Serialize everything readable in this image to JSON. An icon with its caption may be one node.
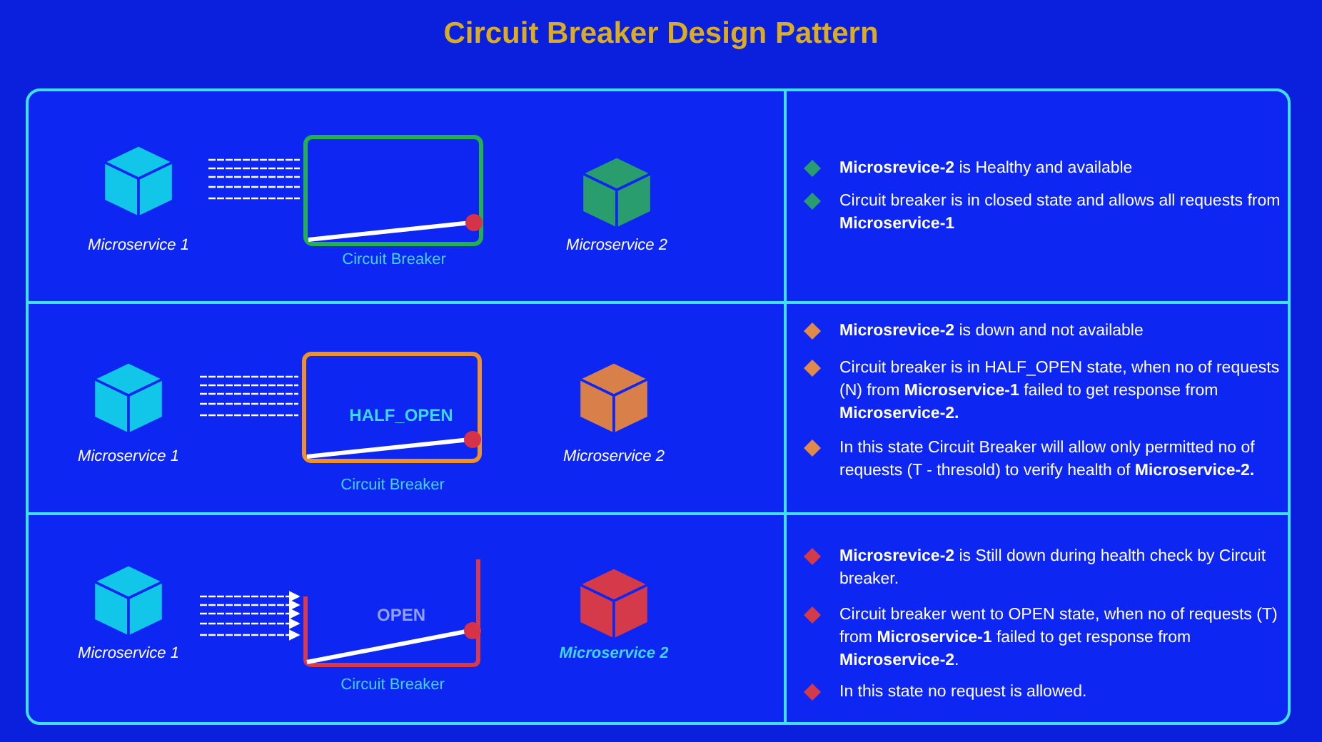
{
  "diagram": {
    "title": "Circuit Breaker Design Pattern",
    "nodes": [
      {
        "text": [
          "Microservice 1"
        ]
      },
      {
        "text": [
          "Circuit Breaker"
        ]
      },
      {
        "text": [
          "Microservice 2"
        ]
      },
      {
        "text": [
          "Microservice 1"
        ]
      },
      {
        "text": [
          "HALF_OPEN",
          "Circuit Breaker"
        ]
      },
      {
        "text": [
          "Microservice 2"
        ]
      },
      {
        "text": [
          "Microservice 1"
        ]
      },
      {
        "text": [
          "OPEN",
          "Circuit Breaker"
        ]
      },
      {
        "text": [
          "Microservice 2"
        ]
      }
    ],
    "edges": [
      {
        "from": 0,
        "to": 1,
        "arrow": "none",
        "style": "dashed"
      },
      {
        "from": 0,
        "to": 1,
        "arrow": "none",
        "style": "dashed"
      },
      {
        "from": 0,
        "to": 1,
        "arrow": "none",
        "style": "dashed"
      },
      {
        "from": 0,
        "to": 1,
        "arrow": "none",
        "style": "dashed"
      },
      {
        "from": 0,
        "to": 1,
        "arrow": "none",
        "style": "dashed"
      },
      {
        "from": 3,
        "to": 4,
        "arrow": "none",
        "style": "dashed"
      },
      {
        "from": 3,
        "to": 4,
        "arrow": "none",
        "style": "dashed"
      },
      {
        "from": 3,
        "to": 4,
        "arrow": "none",
        "style": "dashed"
      },
      {
        "from": 3,
        "to": 4,
        "arrow": "none",
        "style": "dashed"
      },
      {
        "from": 3,
        "to": 4,
        "arrow": "none",
        "style": "dashed"
      },
      {
        "from": 6,
        "to": 7,
        "arrow": "to",
        "style": "dashed"
      },
      {
        "from": 6,
        "to": 7,
        "arrow": "to",
        "style": "dashed"
      },
      {
        "from": 6,
        "to": 7,
        "arrow": "to",
        "style": "dashed"
      },
      {
        "from": 6,
        "to": 7,
        "arrow": "to",
        "style": "dashed"
      },
      {
        "from": 6,
        "to": 7,
        "arrow": "to",
        "style": "dashed"
      }
    ],
    "labels": [
      "**Microsrevice-2** is Healthy and available",
      "Circuit breaker is in closed state and allows all requests from **Microservice-1**",
      "**Microsrevice-2** is down and not available",
      "Circuit breaker is in HALF_OPEN state, when no of requests (N) from **Microservice-1** failed to get response from **Microservice-2.**",
      "In this state Circuit Breaker will allow only permitted no of requests (T - thresold) to verify health of **Microservice-2.**",
      "**Microsrevice-2** is Still down during health check by Circuit breaker.",
      "Circuit breaker went to OPEN state, when no of requests (T) from **Microservice-1** failed to get response from **Microservice-2**.",
      "In this state no request is allowed."
    ]
  }
}
